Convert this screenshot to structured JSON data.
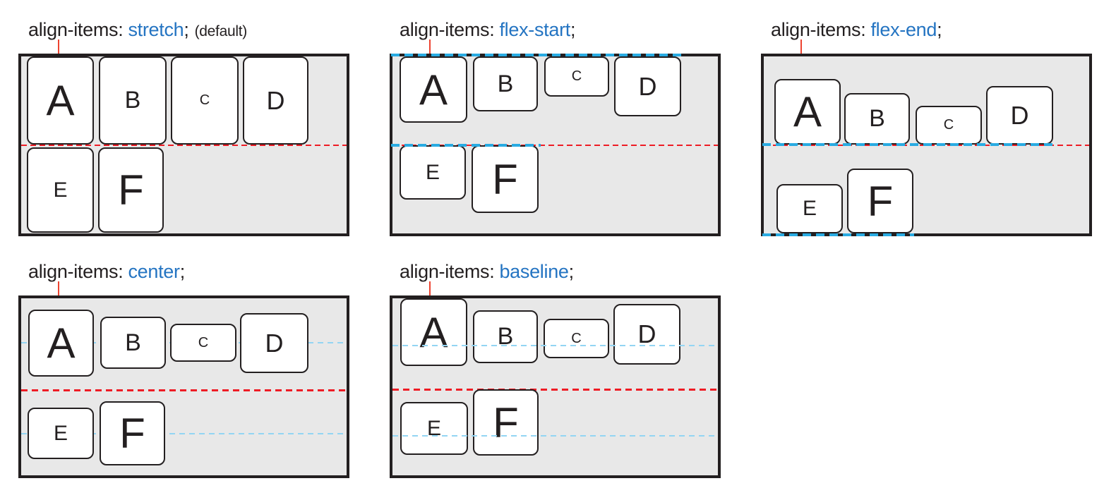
{
  "panels": [
    {
      "name": "stretch",
      "property": "align-items:",
      "value": "stretch",
      "semicolon": ";",
      "note": "(default)"
    },
    {
      "name": "flex-start",
      "property": "align-items:",
      "value": "flex-start",
      "semicolon": ";"
    },
    {
      "name": "flex-end",
      "property": "align-items:",
      "value": "flex-end",
      "semicolon": ";"
    },
    {
      "name": "center",
      "property": "align-items:",
      "value": "center",
      "semicolon": ";"
    },
    {
      "name": "baseline",
      "property": "align-items:",
      "value": "baseline",
      "semicolon": ";"
    }
  ],
  "letters": {
    "a": "A",
    "b": "B",
    "c": "C",
    "d": "D",
    "e": "E",
    "f": "F"
  },
  "colors": {
    "value_text": "#2474c2",
    "flex_line": "#29abe2",
    "guide_light": "#93d5f3",
    "midline": "#ee1c25",
    "tick": "#ed4330",
    "container_bg": "#e8e8e8",
    "border_dark": "#231f20",
    "box_bg": "#ffffff",
    "letter": "#231f20"
  }
}
